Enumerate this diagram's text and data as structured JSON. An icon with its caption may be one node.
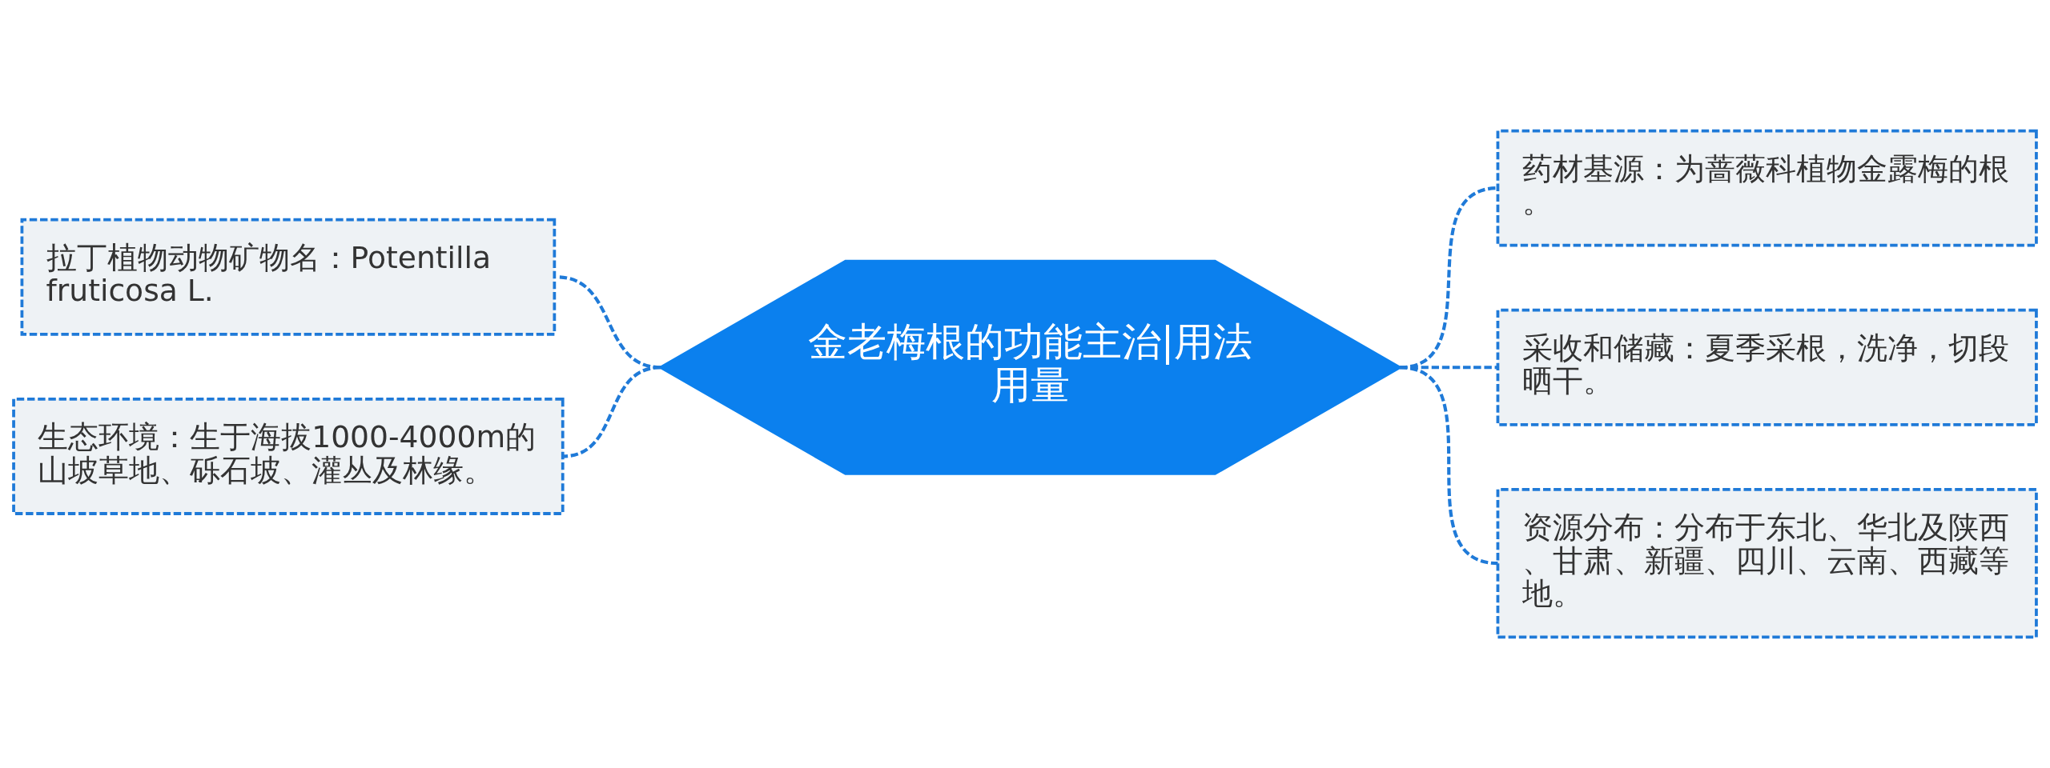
{
  "diagram": {
    "nodes": [
      {
        "text": [
          "金老梅根的功能主治|用法用量"
        ]
      },
      {
        "text": [
          "拉丁植物动物矿物名：Potentilla fruticosa L."
        ]
      },
      {
        "text": [
          "生态环境：生于海拔1000-4000m的山坡草地、砾石坡、灌丛及林缘。"
        ]
      },
      {
        "text": [
          "药材基源：为蔷薇科植物金露梅的根。"
        ]
      },
      {
        "text": [
          "采收和储藏：夏季采根，洗净，切段晒干。"
        ]
      },
      {
        "text": [
          "资源分布：分布于东北、华北及陕西、甘肃、新疆、四川、云南、西藏等地。"
        ]
      }
    ],
    "edges": [
      {
        "from": 0,
        "to": 1,
        "arrow": "none",
        "style": "dashed"
      },
      {
        "from": 0,
        "to": 2,
        "arrow": "none",
        "style": "dashed"
      },
      {
        "from": 0,
        "to": 3,
        "arrow": "none",
        "style": "dashed"
      },
      {
        "from": 0,
        "to": 4,
        "arrow": "none",
        "style": "dashed"
      },
      {
        "from": 0,
        "to": 5,
        "arrow": "none",
        "style": "dashed"
      }
    ]
  }
}
